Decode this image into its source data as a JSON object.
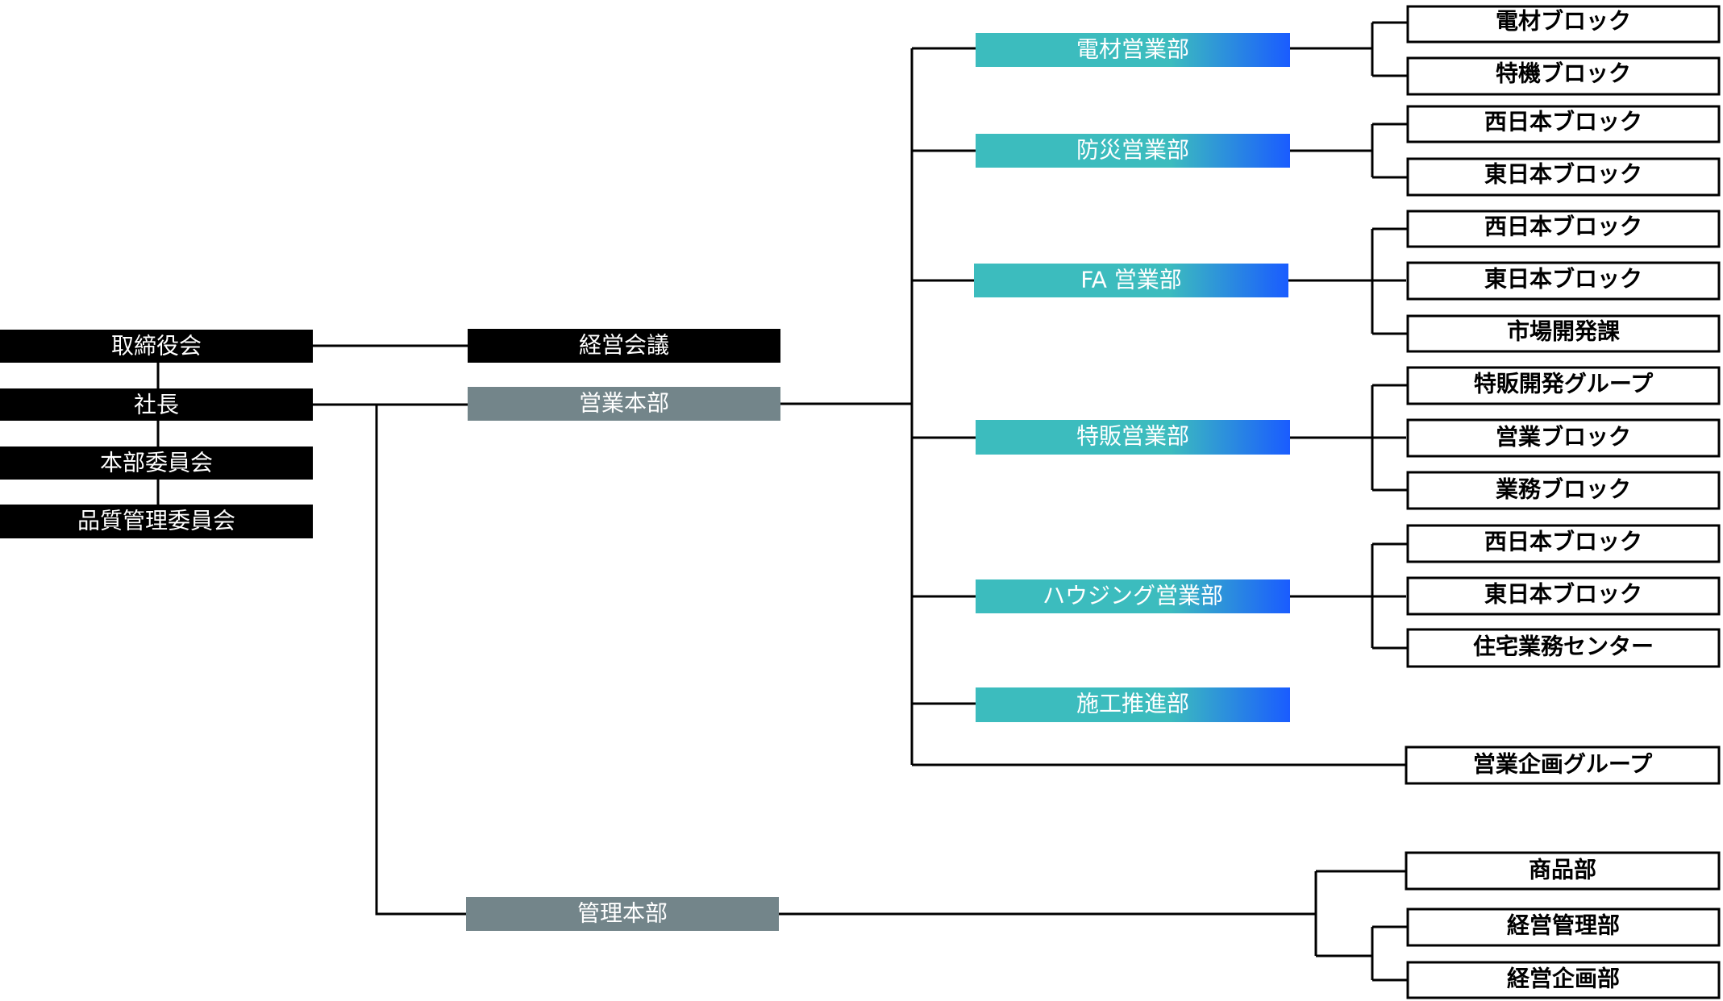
{
  "colors": {
    "black_box": "#000000",
    "gray_box": "#73858a",
    "dept_grad_start": "#3cbcbe",
    "dept_grad_end": "#1a5cff",
    "outline_box_border": "#000000",
    "line": "#000000"
  },
  "executive": {
    "board": "取締役会",
    "president": "社長",
    "hq_committee": "本部委員会",
    "quality_committee": "品質管理委員会"
  },
  "management_meeting": "経営会議",
  "sales_hq": {
    "label": "営業本部",
    "departments": [
      {
        "label": "電材営業部",
        "units": [
          "電材ブロック",
          "特機ブロック"
        ]
      },
      {
        "label": "防災営業部",
        "units": [
          "西日本ブロック",
          "東日本ブロック"
        ]
      },
      {
        "label": "FA 営業部",
        "units": [
          "西日本ブロック",
          "東日本ブロック",
          "市場開発課"
        ]
      },
      {
        "label": "特販営業部",
        "units": [
          "特販開発グループ",
          "営業ブロック",
          "業務ブロック"
        ]
      },
      {
        "label": "ハウジング営業部",
        "units": [
          "西日本ブロック",
          "東日本ブロック",
          "住宅業務センター"
        ]
      },
      {
        "label": "施工推進部",
        "units": []
      }
    ],
    "planning_group": "営業企画グループ"
  },
  "admin_hq": {
    "label": "管理本部",
    "units": [
      "商品部",
      "経営管理部",
      "経営企画部"
    ]
  }
}
